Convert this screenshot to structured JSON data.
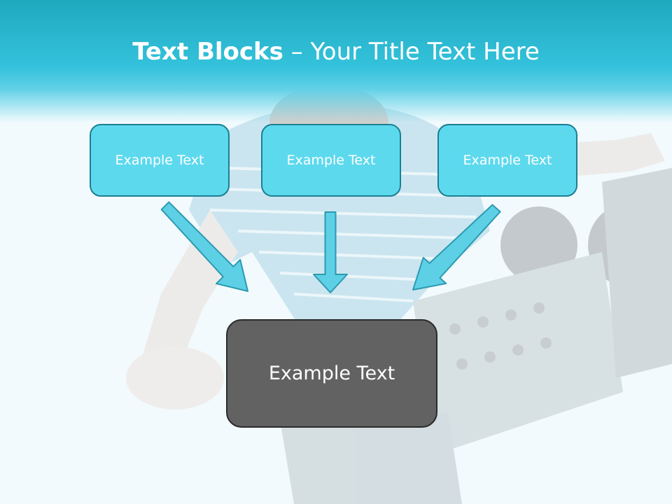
{
  "slide": {
    "title_bold": "Text Blocks",
    "title_dash": " – ",
    "title_rest": "Your Title Text Here"
  },
  "blocks": [
    {
      "label": "Example Text"
    },
    {
      "label": "Example Text"
    },
    {
      "label": "Example Text"
    }
  ],
  "target": {
    "label": "Example Text"
  },
  "colors": {
    "header": "#34c2dc",
    "block_fill": "#5dd9ee",
    "block_border": "#1c7f92",
    "target_fill": "#626262",
    "arrow_fill": "#5dd0e6"
  }
}
